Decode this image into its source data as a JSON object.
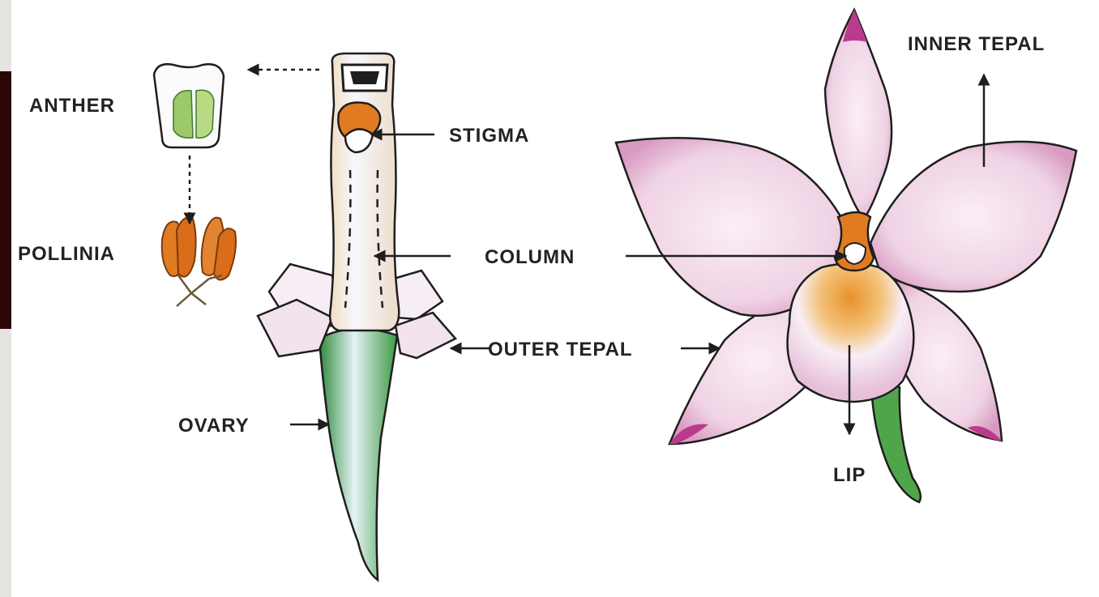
{
  "diagram": {
    "labels": {
      "anther": "ANTHER",
      "pollinia": "POLLINIA",
      "stigma": "STIGMA",
      "column": "COLUMN",
      "outer_tepal": "OUTER TEPAL",
      "ovary": "OVARY",
      "inner_tepal": "INNER TEPAL",
      "lip": "LIP"
    },
    "colors": {
      "background": "#ffffff",
      "side_tab": "#2b0606",
      "petal_pink": "#f3dbe9",
      "petal_magenta": "#b93c8c",
      "ovary_green": "#4fa64a",
      "anther_green": "#9cc96a",
      "pollinia_orange": "#e07b22",
      "lip_orange": "#e8922a",
      "ink": "#1e1e1e"
    }
  }
}
